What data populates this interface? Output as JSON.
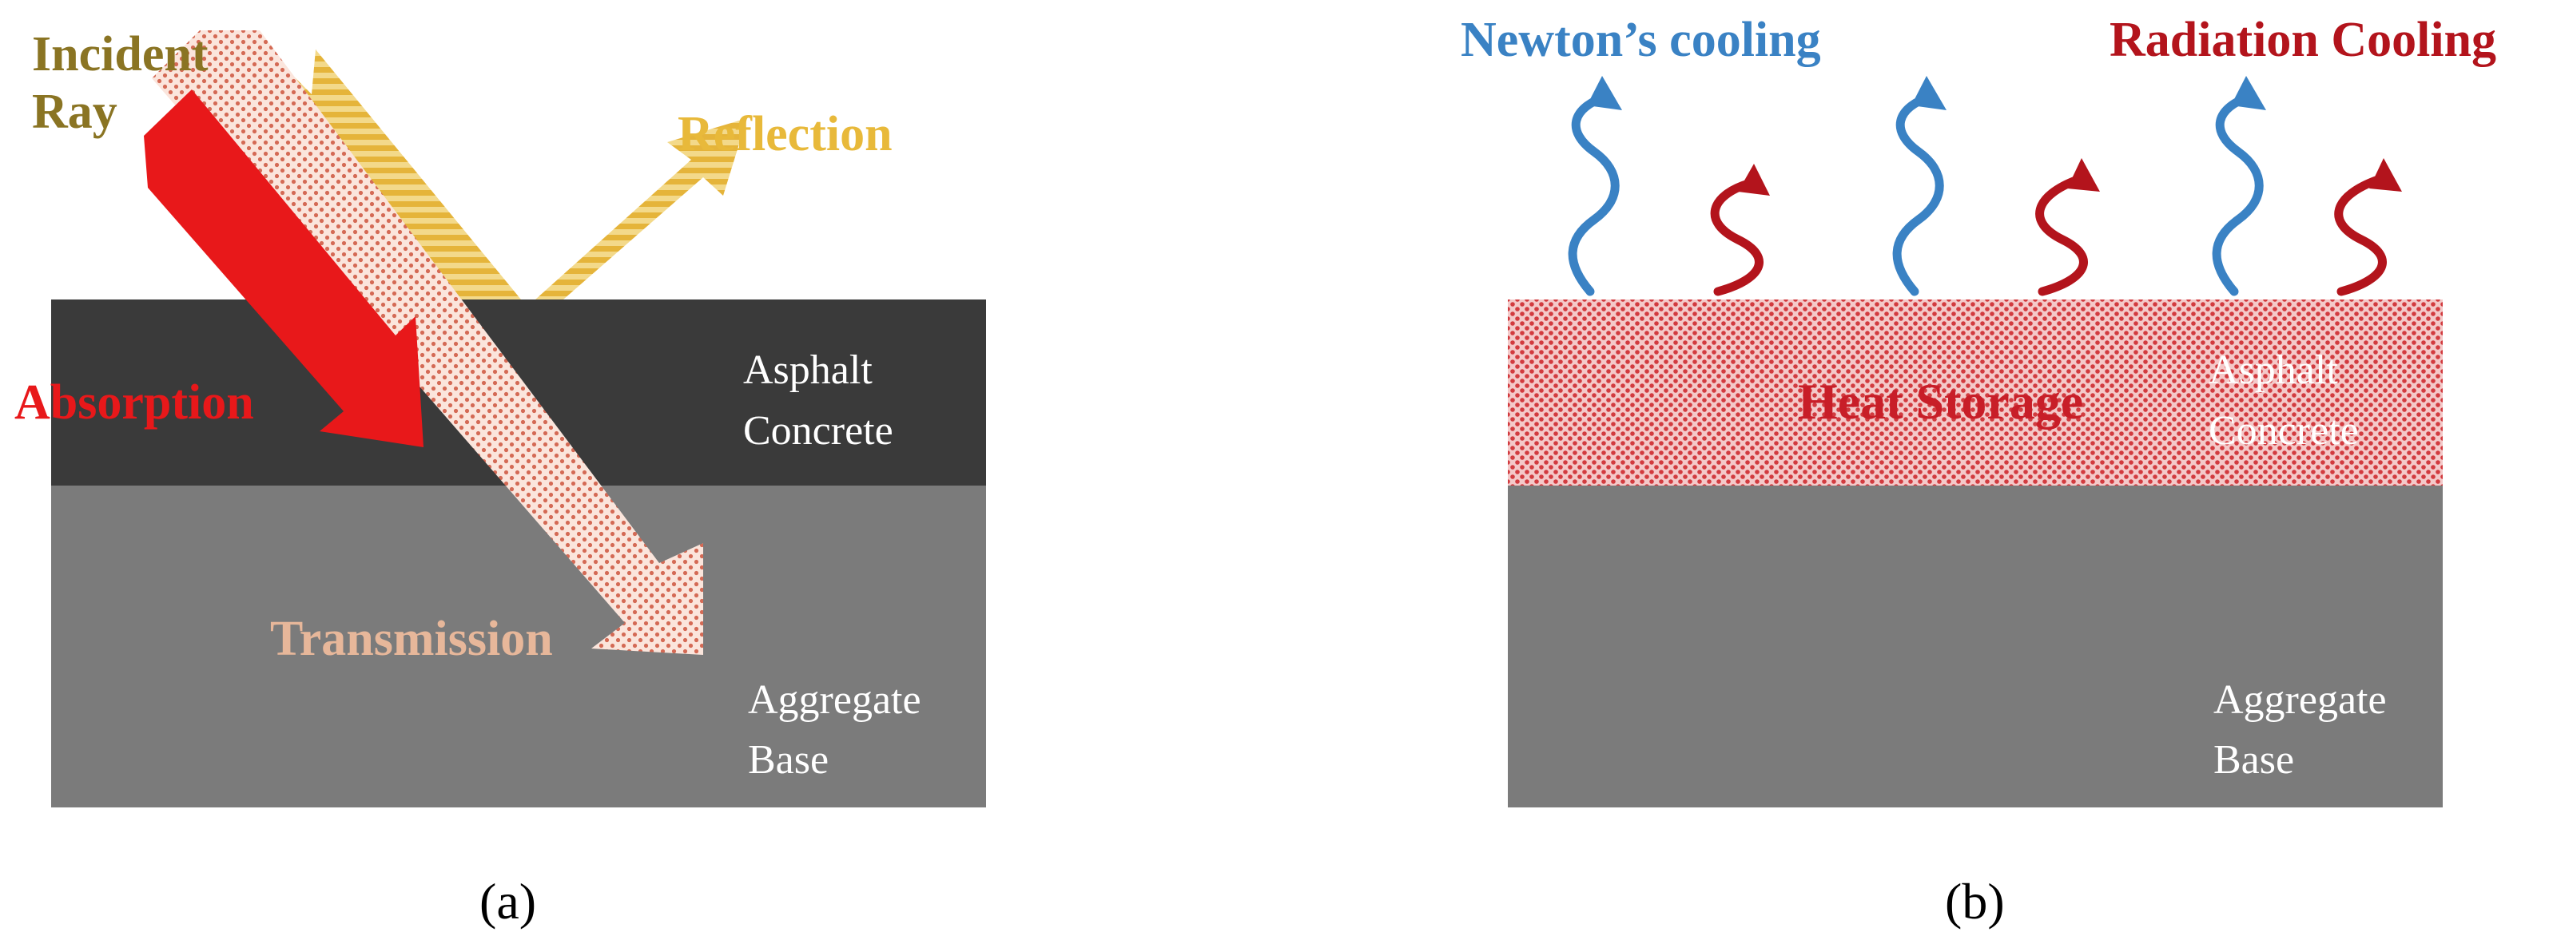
{
  "panel_a": {
    "caption": "(a)",
    "labels": {
      "incident_line1": "Incident",
      "incident_line2": "Ray",
      "reflection": "Reflection",
      "absorption": "Absorption",
      "transmission": "Transmission",
      "asphalt_line1": "Asphalt",
      "asphalt_line2": "Concrete",
      "aggregate_line1": "Aggregate",
      "aggregate_line2": "Base"
    }
  },
  "panel_b": {
    "caption": "(b)",
    "labels": {
      "newton": "Newton’s cooling",
      "radiation": "Radiation Cooling",
      "heat_storage": "Heat Storage",
      "asphalt_line1": "Asphalt",
      "asphalt_line2": "Concrete",
      "aggregate_line1": "Aggregate",
      "aggregate_line2": "Base"
    }
  },
  "colors": {
    "asphalt": "#3a3a3a",
    "aggregate": "#7b7b7b",
    "incident": "#8a7423",
    "reflection": "#e8b93a",
    "absorption": "#e8181a",
    "transmission": "#e7b79a",
    "newton": "#3a82c4",
    "radiation": "#b3141c",
    "heat": "#c81e28",
    "layer_text": "#ffffff"
  }
}
